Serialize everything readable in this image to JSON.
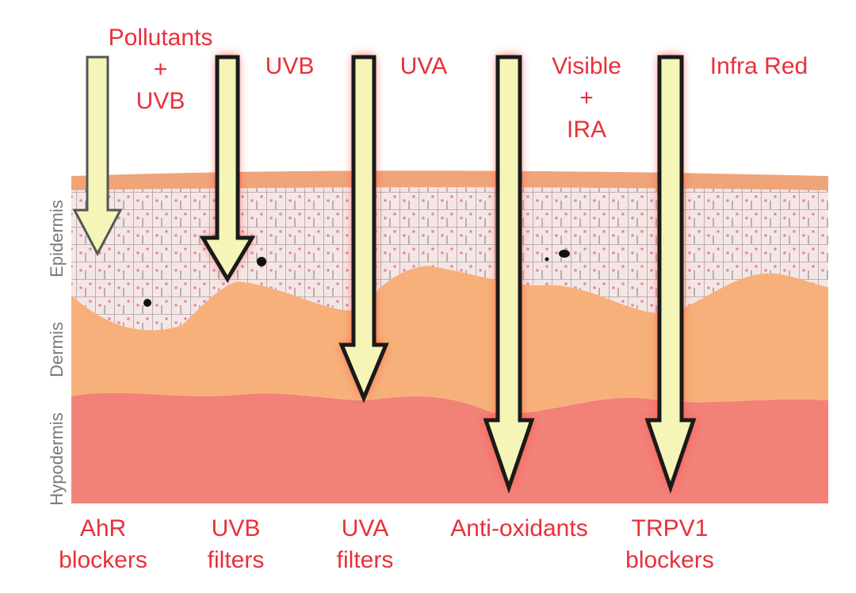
{
  "colors": {
    "label_red": "#e8303a",
    "arrow_fill": "#f5f5b8",
    "arrow_stroke": "#1a1a1a",
    "glow": "#ff3b30",
    "stratum_corneum": "#f0a47a",
    "epidermis": "#f5e6e6",
    "cell_lines": "#8a8080",
    "cell_dots": "#e08aa0",
    "dermis": "#f7b07a",
    "hypodermis": "#f28178",
    "layer_label": "#7a7a7a"
  },
  "layers": {
    "epidermis": "Epidermis",
    "dermis": "Dermis",
    "hypodermis": "Hypodermis"
  },
  "radiation": [
    {
      "lines": [
        "Pollutants",
        "+",
        "UVB"
      ]
    },
    {
      "lines": [
        "UVB"
      ]
    },
    {
      "lines": [
        "UVA"
      ]
    },
    {
      "lines": [
        "Visible",
        "+",
        "IRA"
      ]
    },
    {
      "lines": [
        "Infra Red"
      ]
    }
  ],
  "protection": [
    {
      "lines": [
        "AhR",
        "blockers"
      ]
    },
    {
      "lines": [
        "UVB",
        "filters"
      ]
    },
    {
      "lines": [
        "UVA",
        "filters"
      ]
    },
    {
      "lines": [
        "Anti-oxidants"
      ]
    },
    {
      "lines": [
        "TRPV1",
        "blockers"
      ]
    }
  ]
}
